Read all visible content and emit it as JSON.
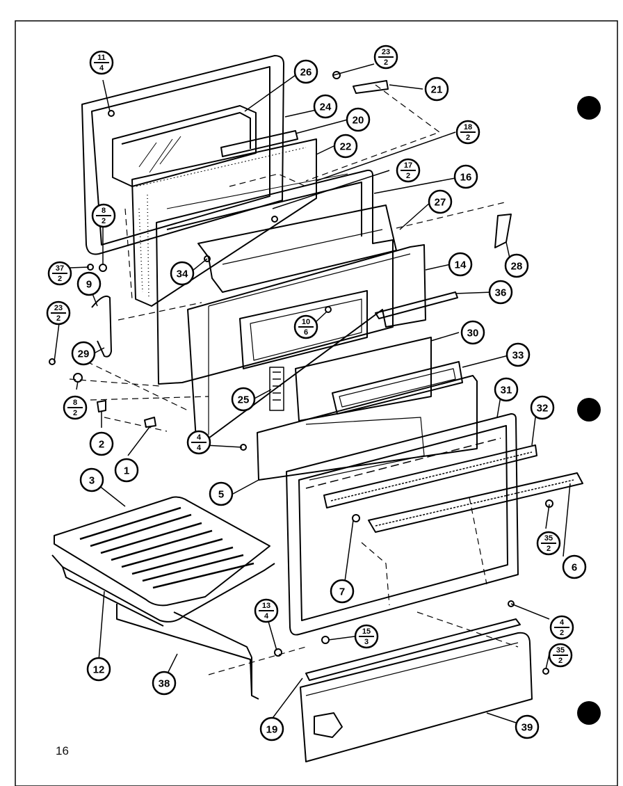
{
  "page_number": "16",
  "single_callouts": [
    "26",
    "24",
    "20",
    "22",
    "21",
    "16",
    "27",
    "28",
    "14",
    "36",
    "30",
    "33",
    "31",
    "32",
    "34",
    "9",
    "29",
    "25",
    "2",
    "1",
    "3",
    "5",
    "7",
    "6",
    "12",
    "38",
    "19",
    "39"
  ],
  "fraction_callouts": [
    {
      "top": "11",
      "bottom": "4"
    },
    {
      "top": "23",
      "bottom": "2"
    },
    {
      "top": "18",
      "bottom": "2"
    },
    {
      "top": "17",
      "bottom": "2"
    },
    {
      "top": "8",
      "bottom": "2"
    },
    {
      "top": "37",
      "bottom": "2"
    },
    {
      "top": "23",
      "bottom": "2"
    },
    {
      "top": "10",
      "bottom": "6"
    },
    {
      "top": "8",
      "bottom": "2"
    },
    {
      "top": "4",
      "bottom": "4"
    },
    {
      "top": "35",
      "bottom": "2"
    },
    {
      "top": "13",
      "bottom": "4"
    },
    {
      "top": "15",
      "bottom": "3"
    },
    {
      "top": "4",
      "bottom": "2"
    },
    {
      "top": "35",
      "bottom": "2"
    }
  ]
}
